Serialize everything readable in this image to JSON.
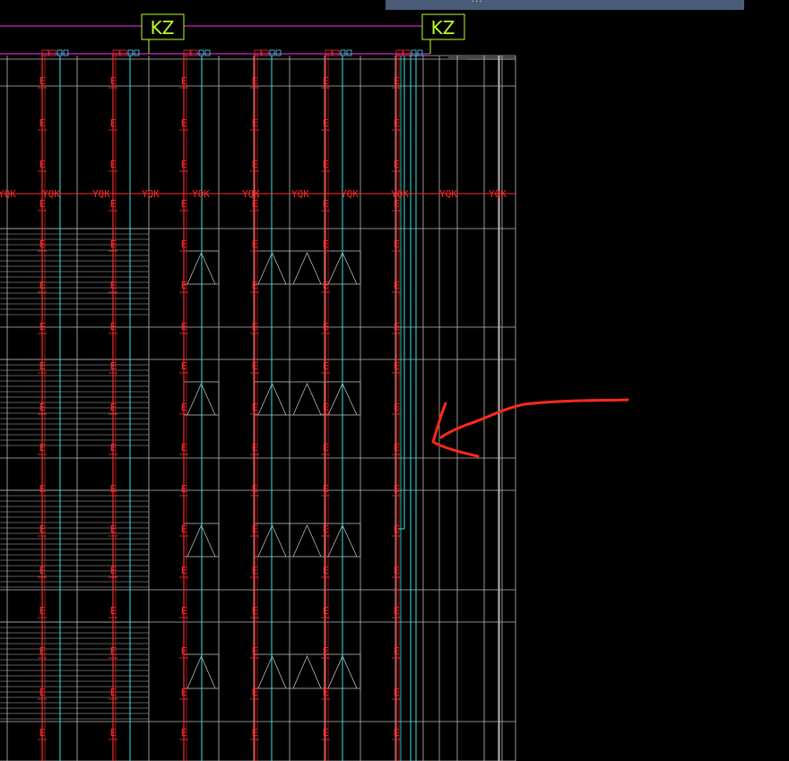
{
  "app": {
    "banner_text": "..."
  },
  "drawing": {
    "colors": {
      "background": "#000000",
      "grid": "#b9b9b9",
      "column_red": "#ff2a2a",
      "column_cyan": "#35e6e6",
      "tag_green": "#b8ff2a",
      "bus_magenta": "#ff2cff",
      "annotation_red": "#ff2a1a"
    },
    "tag_labels": [
      "KZ",
      "KZ"
    ],
    "axis_label": "YQK",
    "column_tag": "E"
  },
  "annotation": {
    "type": "hand-drawn arrow"
  }
}
